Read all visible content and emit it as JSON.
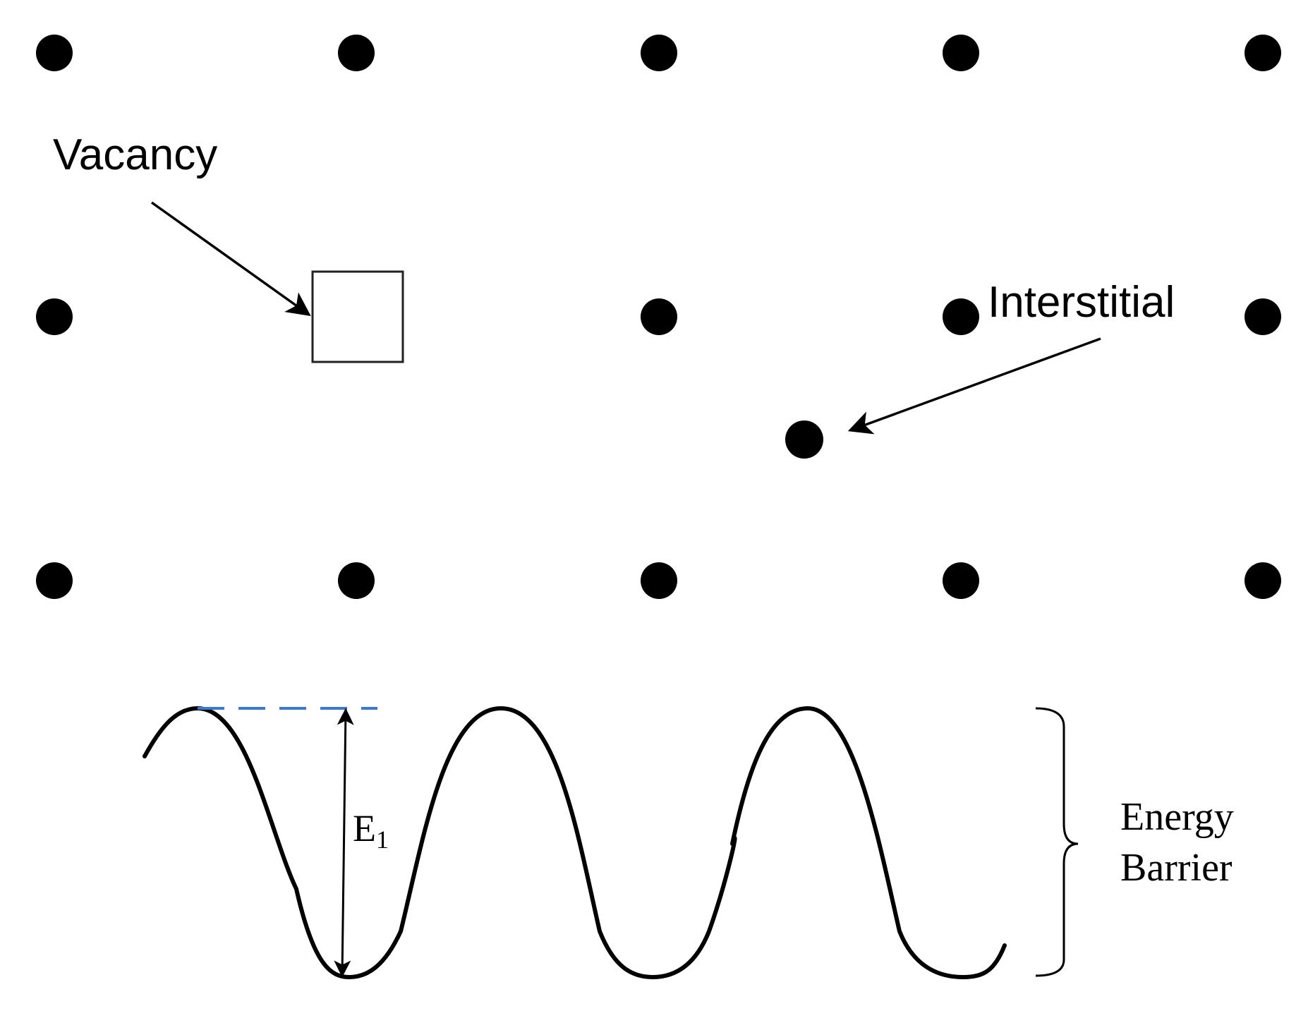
{
  "labels": {
    "vacancy": "Vacancy",
    "interstitial": "Interstitial",
    "energy_symbol": "E",
    "energy_subscript": "1",
    "energy_barrier_line1": "Energy",
    "energy_barrier_line2": "Barrier"
  },
  "colors": {
    "atom": "#000000",
    "wave": "#000000",
    "barrier_dashed_line": "#3a78d4",
    "arrow": "#000000"
  }
}
